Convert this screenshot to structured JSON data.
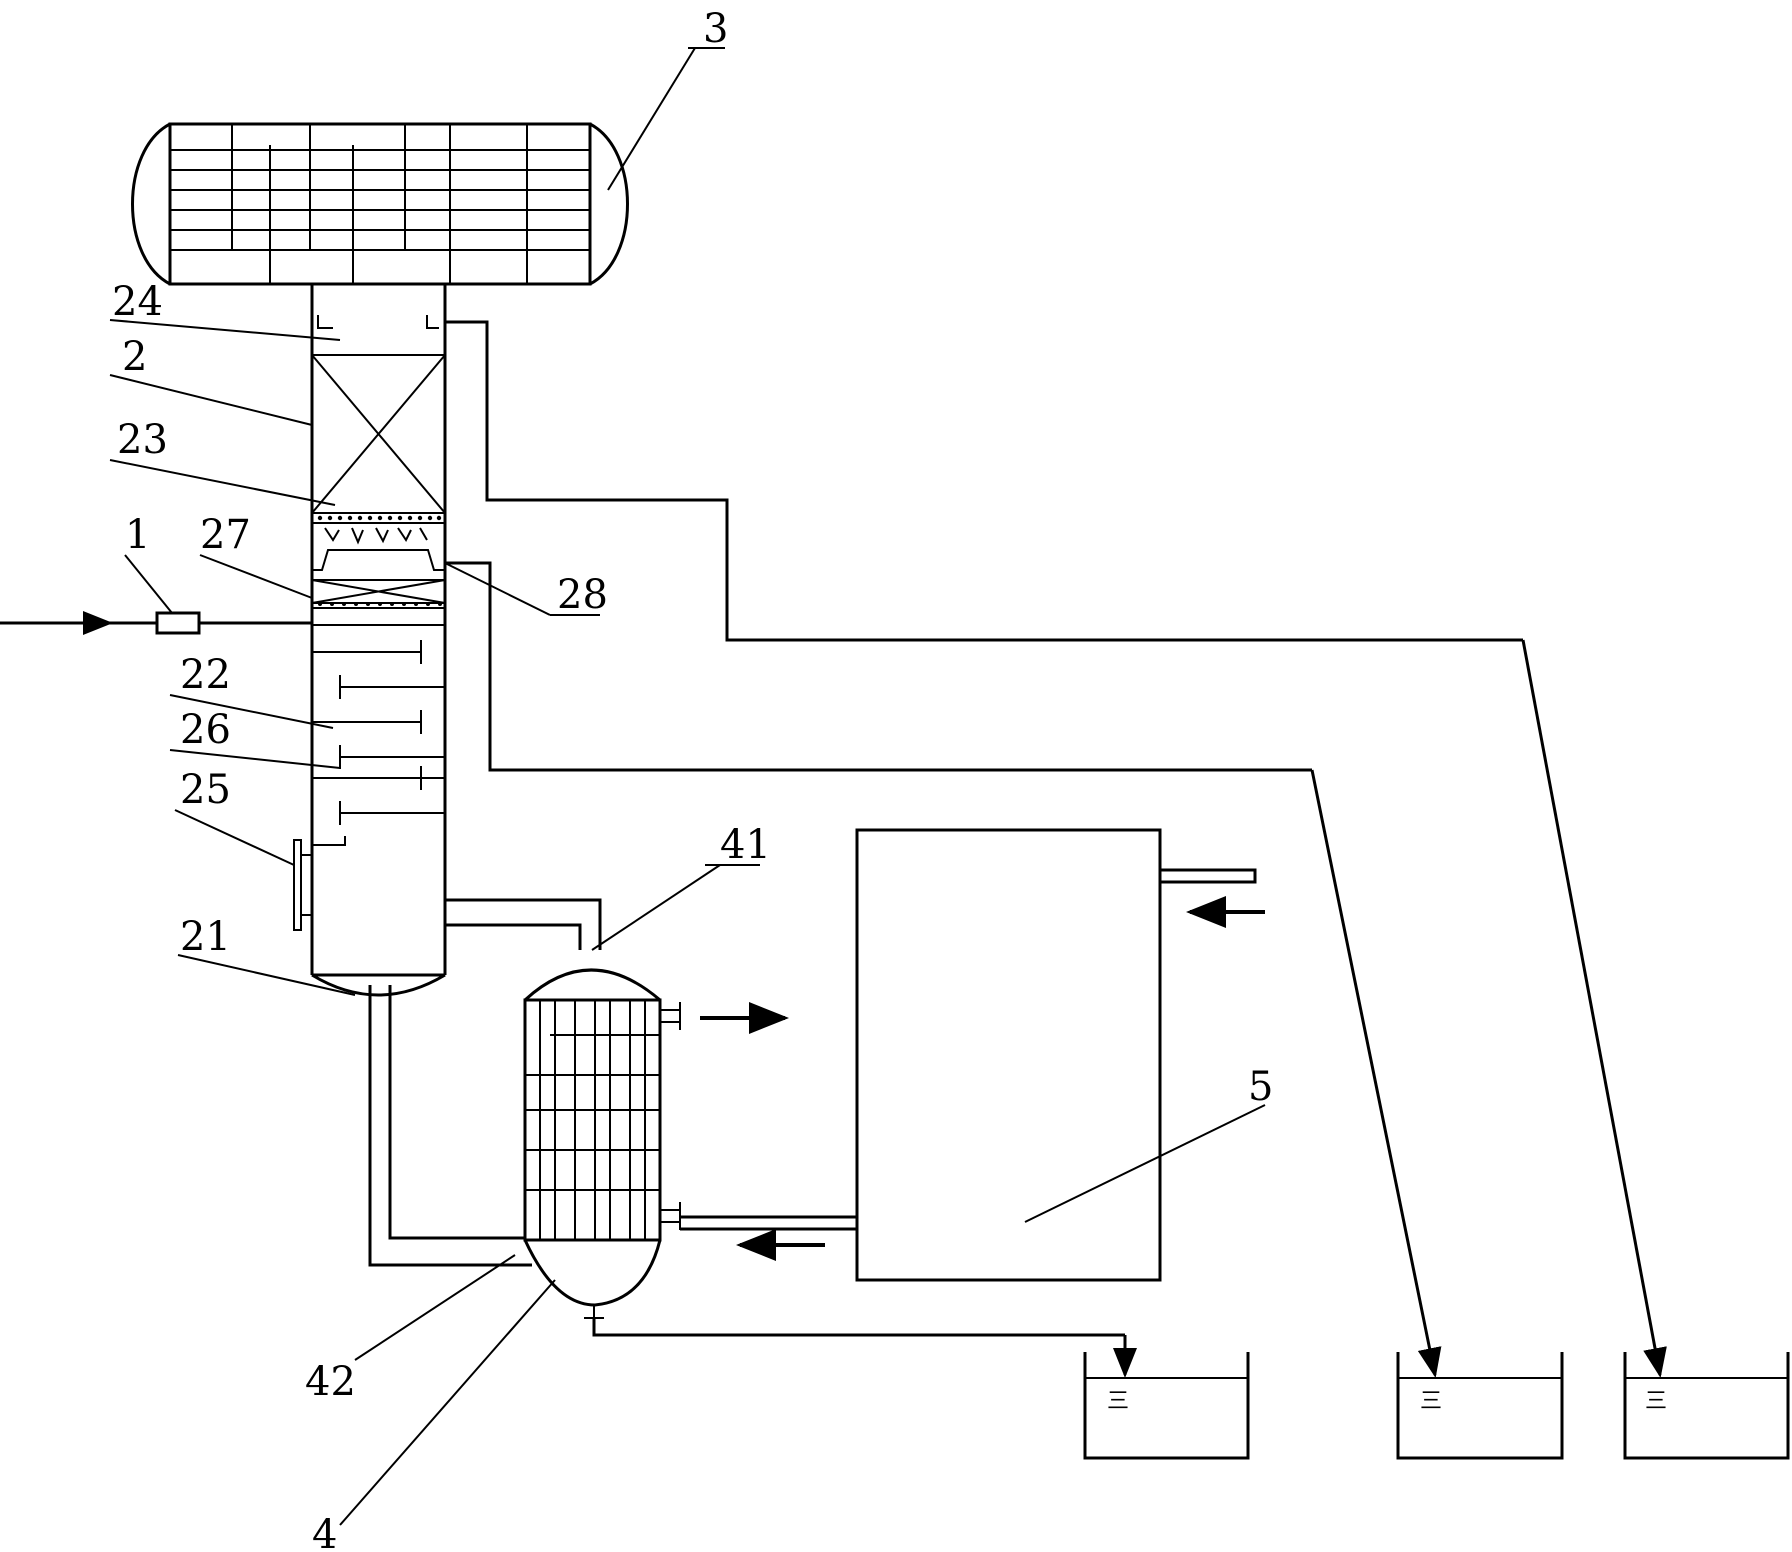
{
  "labels": {
    "l1": "1",
    "l2": "2",
    "l3": "3",
    "l4": "4",
    "l5": "5",
    "l21": "21",
    "l22": "22",
    "l23": "23",
    "l24": "24",
    "l25": "25",
    "l26": "26",
    "l27": "27",
    "l28": "28",
    "l41": "41",
    "l42": "42"
  },
  "tank_symbol": "三"
}
